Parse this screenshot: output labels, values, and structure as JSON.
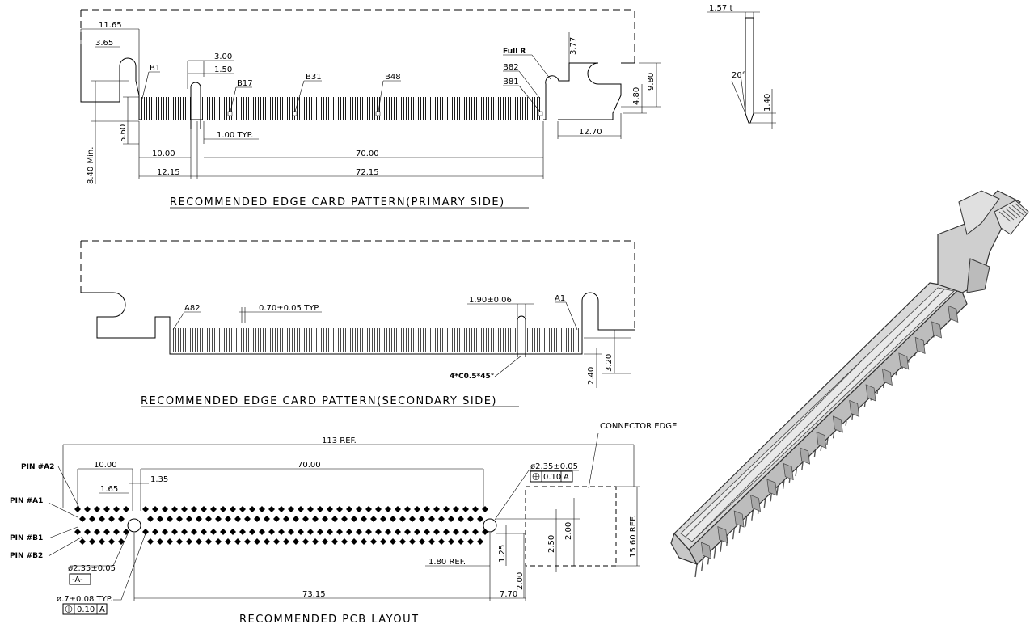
{
  "titles": {
    "primary": "RECOMMENDED EDGE CARD PATTERN(PRIMARY SIDE)",
    "secondary": "RECOMMENDED EDGE CARD PATTERN(SECONDARY SIDE)",
    "pcb": "RECOMMENDED PCB LAYOUT"
  },
  "primary": {
    "dims": {
      "d11_65": "11.65",
      "d3_65": "3.65",
      "d3_00": "3.00",
      "d1_50": "1.50",
      "d1_00typ": "1.00 TYP.",
      "d10_00": "10.00",
      "d70_00": "70.00",
      "d12_15": "12.15",
      "d72_15": "72.15",
      "d5_60": "5.60",
      "d8_40": "8.40 Min.",
      "d3_77": "3.77",
      "d9_80": "9.80",
      "d4_80": "4.80",
      "d12_70": "12.70"
    },
    "labels": {
      "b1": "B1",
      "b17": "B17",
      "b31": "B31",
      "b48": "B48",
      "b82": "B82",
      "b81": "B81",
      "fullr": "Full R"
    }
  },
  "side": {
    "dims": {
      "d1_57t": "1.57 t",
      "d20": "20°",
      "d1_40": "1.40"
    }
  },
  "secondary": {
    "dims": {
      "d0_70": "0.70±0.05 TYP.",
      "d1_90": "1.90±0.06",
      "d2_40": "2.40",
      "d3_20": "3.20",
      "chamfer": "4*C0.5*45°"
    },
    "labels": {
      "a82": "A82",
      "a1": "A1"
    }
  },
  "pcb": {
    "dims": {
      "d113": "113 REF.",
      "d10_00": "10.00",
      "d70_00": "70.00",
      "d1_65": "1.65",
      "d1_35": "1.35",
      "hole_right": "ø2.35±0.05",
      "tol_right": "0.10",
      "datum_ref_right": "A",
      "hole_left": "ø2.35±0.05",
      "datum_left": "-A-",
      "pin_hole": "ø.7±0.08  TYP.",
      "tol_pin": "0.10",
      "datum_ref_pin": "A",
      "d73_15": "73.15",
      "d7_70": "7.70",
      "d1_80": "1.80 REF.",
      "d1_25": "1.25",
      "d2_00a": "2.00",
      "d2_50": "2.50",
      "d2_00b": "2.00",
      "d15_60": "15.60 REF.",
      "connector_edge": "CONNECTOR EDGE"
    },
    "labels": {
      "a2": "PIN #A2",
      "a1": "PIN #A1",
      "b1": "PIN #B1",
      "b2": "PIN #B2"
    }
  }
}
